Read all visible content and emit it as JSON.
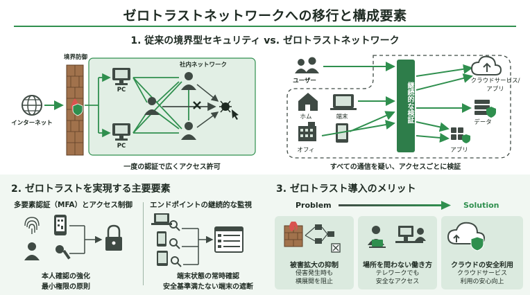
{
  "title": "ゼロトラストネットワークへの移行と構成要素",
  "section1": {
    "heading": "1. 従来の境界型セキュリティ vs. ゼロトラストネットワーク",
    "perimeter": {
      "boundary_label": "境界防御",
      "internal_label": "社内ネットワーク",
      "internet_label": "インターネット",
      "pc_label_1": "PC",
      "pc_label_2": "PC",
      "caption": "一度の認証で広くアクセス許可"
    },
    "zerotrust": {
      "user_label": "ユーザー",
      "home_label": "ホム",
      "device_label": "端末",
      "office_label": "オフィ",
      "verify_label": "継続的な検証",
      "cloud_label_1": "クラウドサービス/",
      "cloud_label_2": "アプリ",
      "data_label": "データ",
      "app_label": "アプリ",
      "caption": "すべての通信を疑い、アクセスごとに検証"
    }
  },
  "section2": {
    "heading": "2. ゼロトラストを実現する主要要素",
    "mfa": {
      "subheading": "多要素認証（MFA）とアクセス制御",
      "caption_1": "本人確認の強化",
      "caption_2": "最小権限の原則"
    },
    "endpoint": {
      "subheading": "エンドポイントの継続的な監視",
      "caption_1": "端末状態の常時確認",
      "caption_2": "安全基準満たない端末の遮断"
    }
  },
  "section3": {
    "heading": "3. ゼロトラスト導入のメリット",
    "problem_label": "Problem",
    "solution_label": "Solution",
    "cards": [
      {
        "title": "被害拡大の抑制",
        "line1": "侵害発生時も",
        "line2": "横展開を阻止"
      },
      {
        "title": "場所を問わない働き方",
        "line1": "テレワークでも",
        "line2": "安全なアクセス"
      },
      {
        "title": "クラウドの安全利用",
        "line1": "クラウドサービス",
        "line2": "利用の安心向上"
      }
    ]
  },
  "colors": {
    "accent": "#2f8f4e",
    "dark_green": "#2e7d4a",
    "panel": "#e2efe5",
    "icon": "#3f4a44"
  }
}
